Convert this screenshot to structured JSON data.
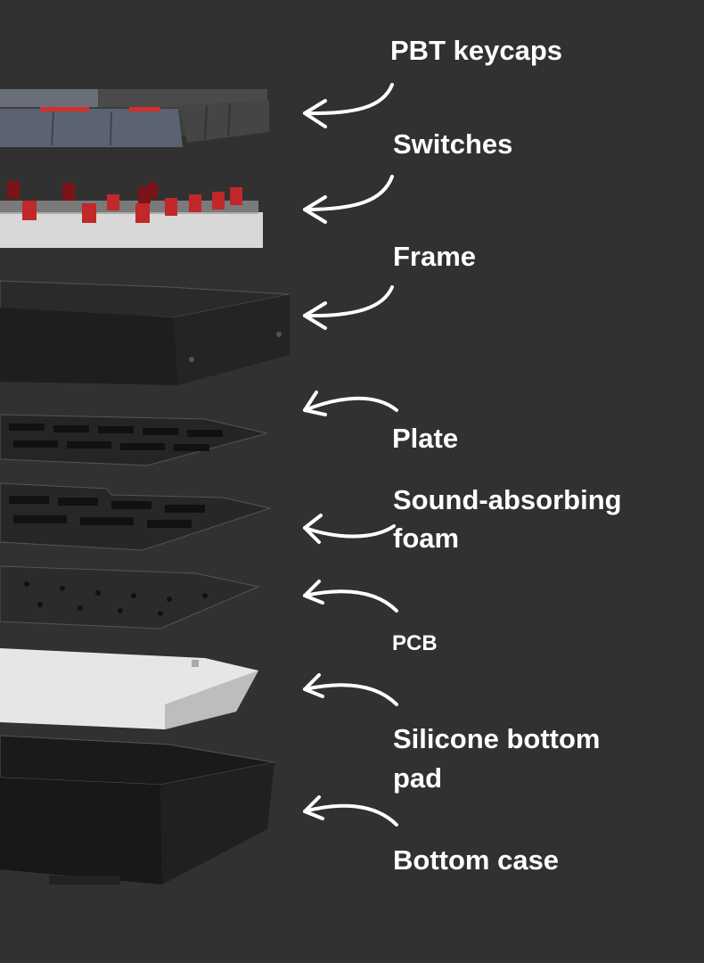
{
  "labels": {
    "keycaps": "PBT keycaps",
    "switches": "Switches",
    "frame": "Frame",
    "plate": "Plate",
    "foam_line1": "Sound-absorbing",
    "foam_line2": "foam",
    "pcb": "PCB",
    "pad_line1": "Silicone bottom",
    "pad_line2": "pad",
    "bottom_case": "Bottom case"
  },
  "colors": {
    "background": "#313131",
    "keycap_blue": "#5b6272",
    "keycap_dark": "#4a4a4a",
    "switch_red": "#c0282a",
    "label": "#ffffff"
  }
}
